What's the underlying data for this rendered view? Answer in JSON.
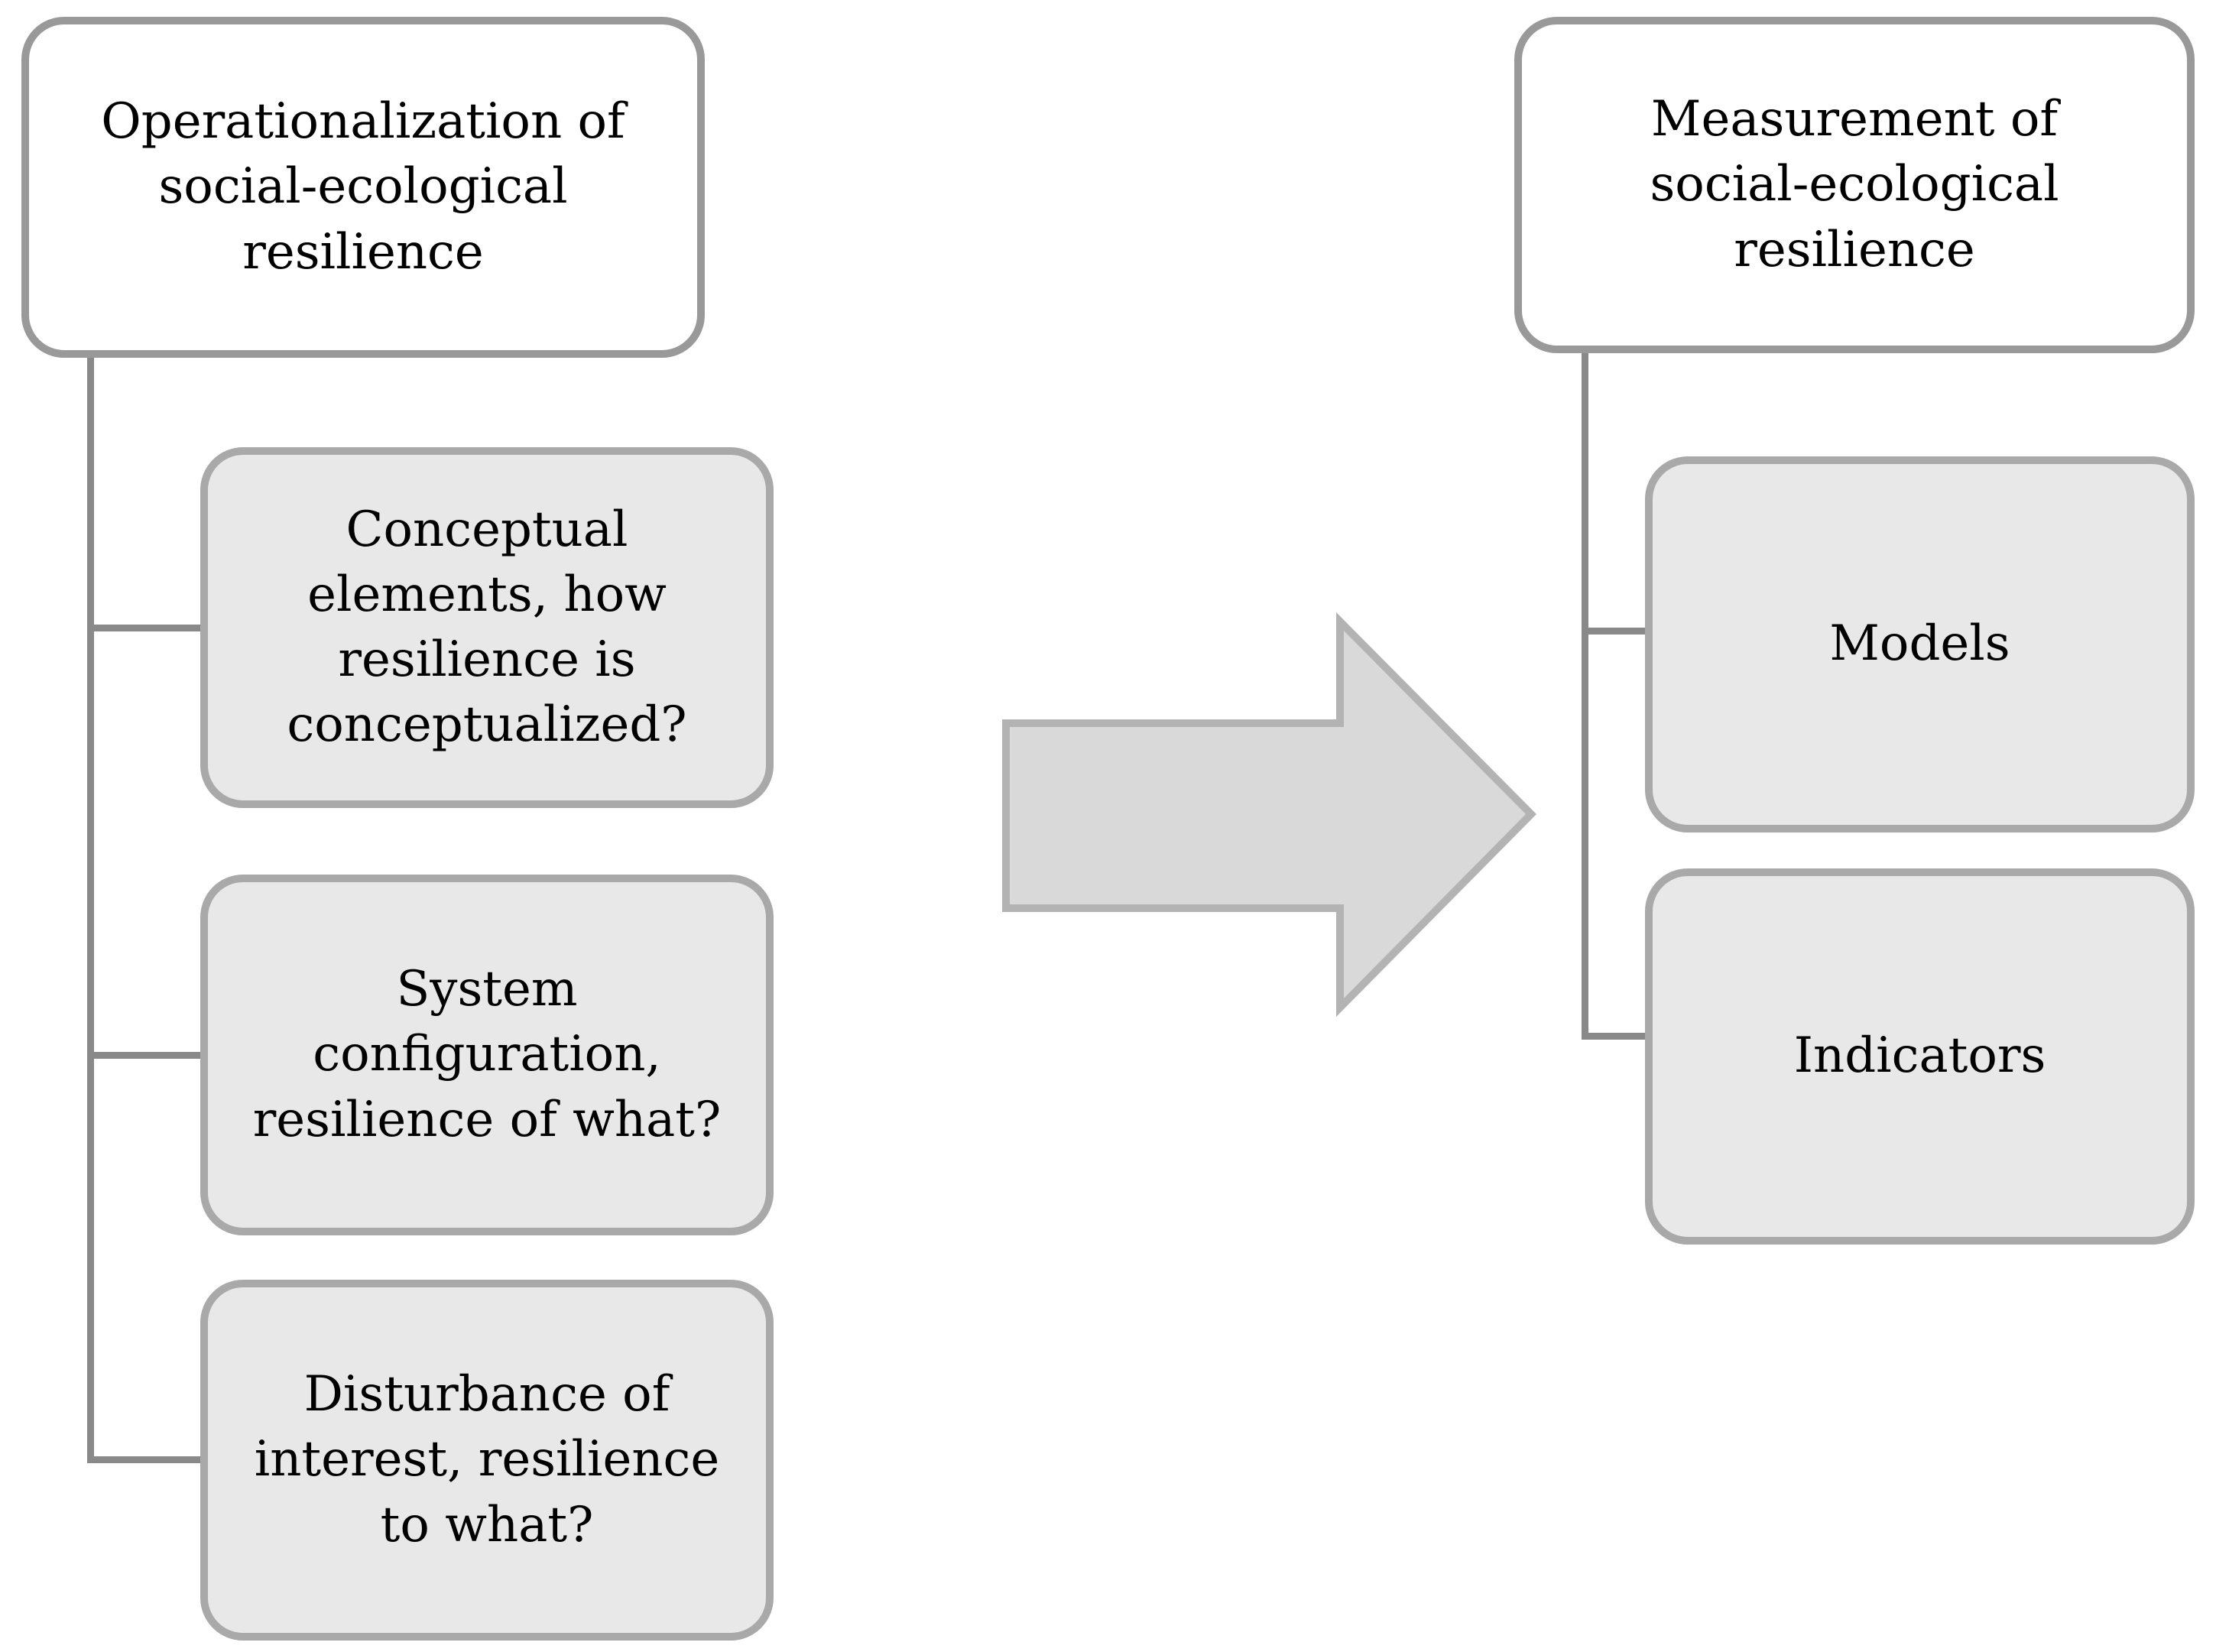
{
  "figure": {
    "left": {
      "title": "Operationalization of\nsocial-ecological\nresilience",
      "children": [
        "Conceptual\nelements, how\nresilience is\nconceptualized?",
        "System\nconfiguration,\nresilience of what?",
        "Disturbance of\ninterest, resilience\nto what?"
      ]
    },
    "right": {
      "title": "Measurement of\nsocial-ecological\nresilience",
      "children": [
        "Models",
        "Indicators"
      ]
    },
    "arrow": "right-block-arrow"
  },
  "colors": {
    "background": "#ffffff",
    "text": "#000000",
    "box_border": "#999999",
    "child_border": "#a9a9a9",
    "child_fill": "#e8e8e8",
    "connector": "#898989",
    "arrow_fill": "#d9d9d9",
    "arrow_border": "#b3b3b3"
  }
}
